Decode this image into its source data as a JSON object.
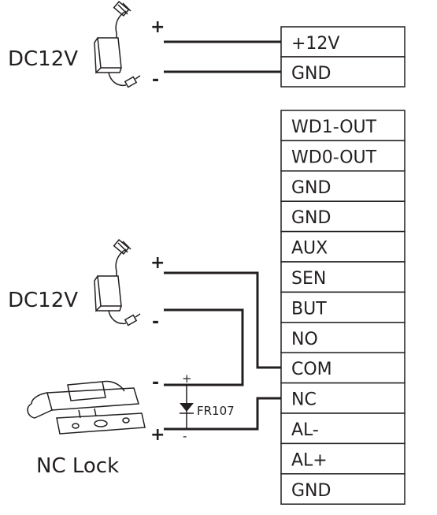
{
  "power_supply_top": {
    "label": "DC12V",
    "plus": "+",
    "minus": "-"
  },
  "power_terminals": [
    "+12V",
    "GND"
  ],
  "controller_terminals": [
    "WD1-OUT",
    "WD0-OUT",
    "GND",
    "GND",
    "AUX",
    "SEN",
    "BUT",
    "NO",
    "COM",
    "NC",
    "AL-",
    "AL+",
    "GND"
  ],
  "power_supply_lock": {
    "label": "DC12V",
    "plus": "+",
    "minus": "-"
  },
  "lock": {
    "label": "NC Lock",
    "minus": "-",
    "plus": "+"
  },
  "diode": {
    "label": "FR107",
    "plus": "+",
    "minus": "-"
  }
}
